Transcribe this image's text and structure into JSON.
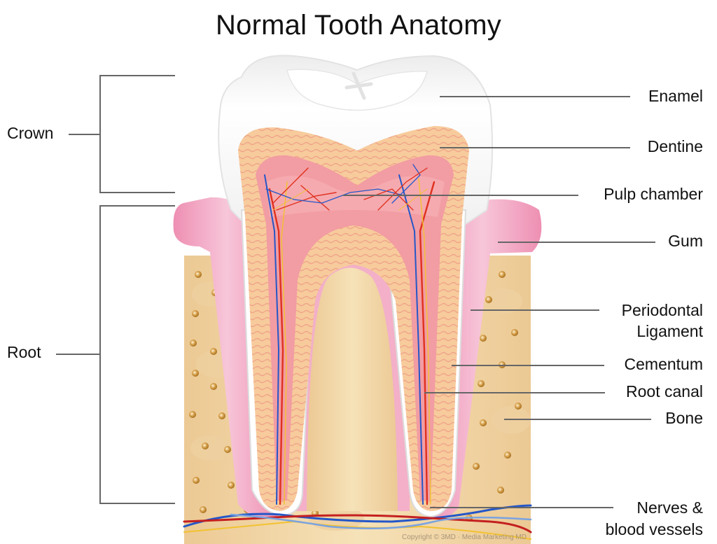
{
  "title": "Normal Tooth Anatomy",
  "sections": {
    "crown": "Crown",
    "root": "Root"
  },
  "labels": {
    "enamel": "Enamel",
    "dentine": "Dentine",
    "pulp_chamber": "Pulp chamber",
    "gum": "Gum",
    "periodontal_line1": "Periodontal",
    "periodontal_line2": "Ligament",
    "cementum": "Cementum",
    "root_canal": "Root canal",
    "bone": "Bone",
    "nerves_line1": "Nerves &",
    "nerves_line2": "blood vessels"
  },
  "copyright": "Copyright © 3MD · Media Marketing MD",
  "colors": {
    "enamel": "#f4f4f4",
    "dentine": "#f6c89a",
    "pulp": "#f29aa0",
    "gum": "#f5b3cc",
    "bone": "#f3dcae",
    "bone_pore": "#c8923a",
    "artery": "#e0301e",
    "vein": "#2457c8",
    "nerve": "#f2c230",
    "leader_line": "#666666"
  }
}
